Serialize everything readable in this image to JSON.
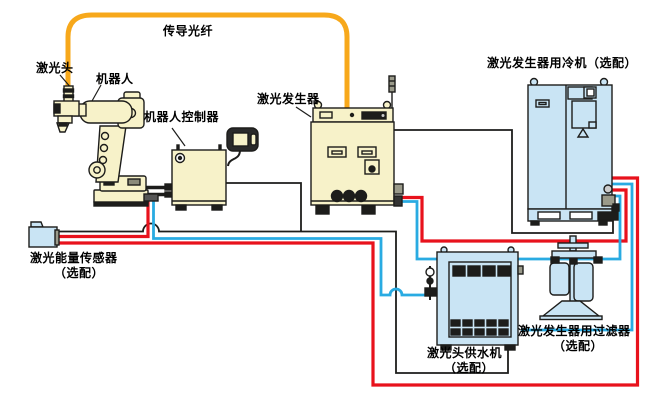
{
  "diagram": {
    "labels": {
      "fiber": "传导光纤",
      "laser_head": "激光头",
      "robot": "机器人",
      "robot_controller": "机器人控制器",
      "laser_generator": "激光发生器",
      "chiller": "激光发生器用冷机（选配）",
      "energy_sensor": "激光能量传感器",
      "energy_sensor_optional": "（选配）",
      "water_supply": "激光头供水机",
      "water_supply_optional": "（选配）",
      "filter": "激光发生器用过滤器",
      "filter_optional": "（选配）"
    },
    "colors": {
      "optical_fiber": "#F7A81B",
      "hot_water_pipe": "#E8121C",
      "cold_water_pipe": "#29ABE2",
      "cable": "#1D1D1B",
      "equipment_cream": "#F7F2C9",
      "equipment_blue": "#C9E4F4",
      "background": "#FFFFFF"
    }
  }
}
